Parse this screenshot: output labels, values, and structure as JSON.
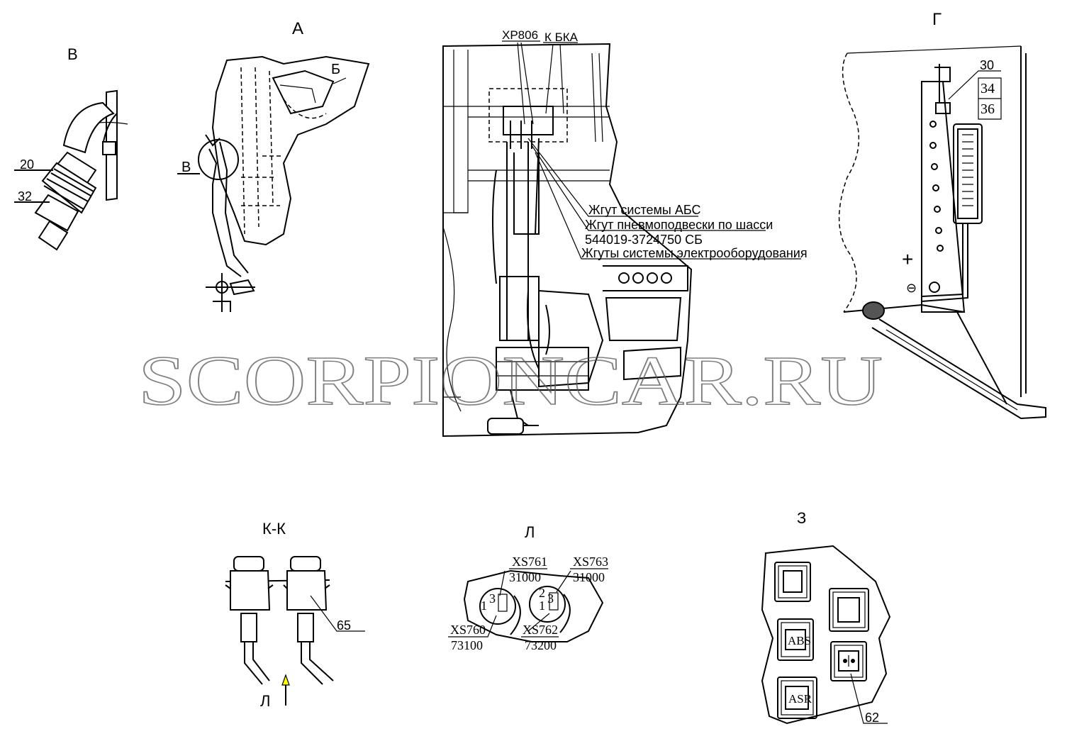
{
  "views": {
    "a": "А",
    "b": "Б",
    "v": "В",
    "v_marker": "В",
    "g": "Г",
    "z": "З",
    "kk": "К-К",
    "l": "Л",
    "l_arrow": "Л"
  },
  "callouts": {
    "n20": "20",
    "n32": "32",
    "n30": "30",
    "n34": "34",
    "n36": "36",
    "n65": "65",
    "n62": "62"
  },
  "main": {
    "xp806": "ХР806",
    "k_bka": "К БКА",
    "harness_abs": "Жгут системы АБС",
    "harness_pneumo": "Жгут пневмоподвески по шасси",
    "harness_code": "544019-3724750 СБ",
    "harness_electric": "Жгуты системы электрооборудования"
  },
  "connectors": {
    "xs761": "XS761",
    "xs761_code": "31000",
    "xs763": "XS763",
    "xs763_code": "31000",
    "xs760": "XS760",
    "xs760_code": "73100",
    "xs762": "XS762",
    "xs762_code": "73200",
    "pin1": "1",
    "pin2": "2",
    "pin3": "3"
  },
  "panel": {
    "abs_label": "ABS",
    "asr_label": "ASR",
    "plus_sign": "+",
    "minus_sign": "⊖"
  },
  "watermark": "SCORPIONCAR.RU"
}
